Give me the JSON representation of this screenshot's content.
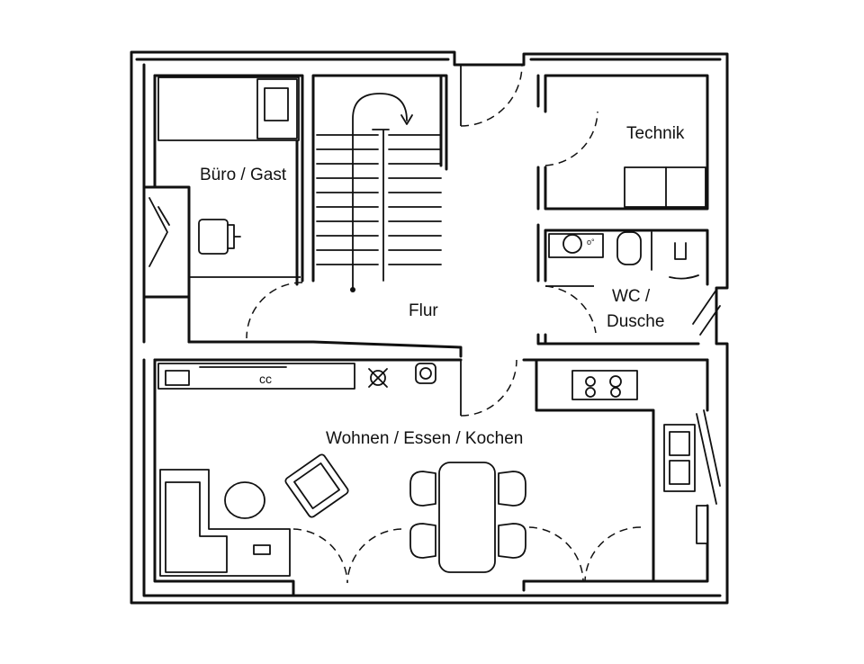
{
  "plan": {
    "rooms": {
      "buero": "Büro / Gast",
      "technik": "Technik",
      "flur": "Flur",
      "wc_line1": "WC /",
      "wc_line2": "Dusche",
      "wohnen": "Wohnen / Essen / Kochen"
    },
    "colors": {
      "line": "#111111",
      "paper": "#ffffff"
    }
  }
}
